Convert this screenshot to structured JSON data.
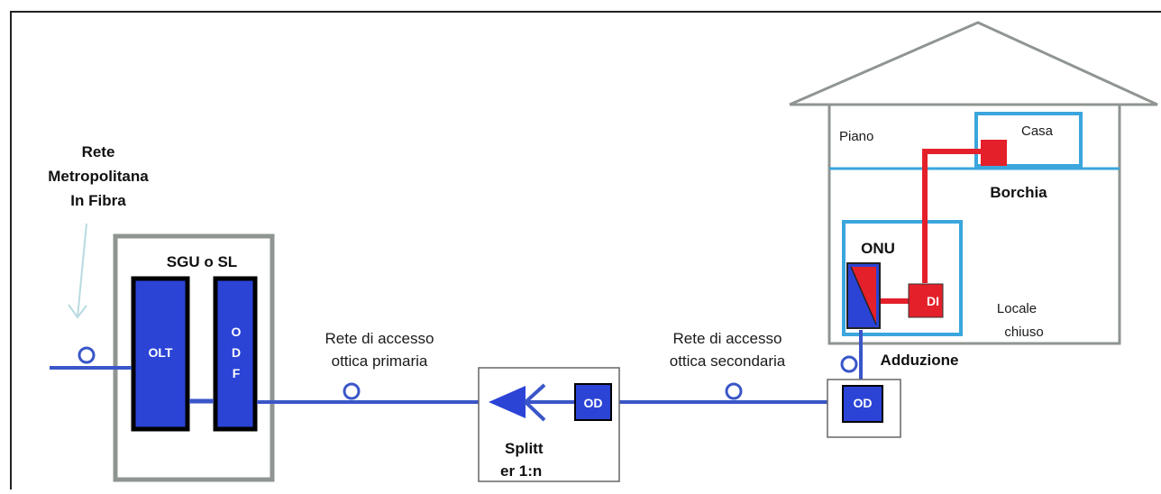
{
  "labels": {
    "rete_metro": [
      "Rete",
      "Metropolitana",
      "In Fibra"
    ],
    "sgu": "SGU o SL",
    "olt": "OLT",
    "odf_letters": [
      "O",
      "D",
      "F"
    ],
    "primaria": [
      "Rete di accesso",
      "ottica primaria"
    ],
    "secondaria": [
      "Rete di accesso",
      "ottica secondaria"
    ],
    "splitter": [
      "Splitt",
      "er 1:n"
    ],
    "od_box1": "OD",
    "od_box2": "OD",
    "piano": "Piano",
    "casa": "Casa",
    "borchia": "Borchia",
    "onu": "ONU",
    "di": "DI",
    "locale": [
      "Locale",
      "chiuso"
    ],
    "adduzione": "Adduzione"
  },
  "colors": {
    "fiber": "#3a56c8",
    "box_fill": "#2b44d6",
    "gray": "#8f9590",
    "cyan": "#3aa6dd",
    "red": "#e4202a",
    "light_arrow": "#b8dbe0"
  }
}
